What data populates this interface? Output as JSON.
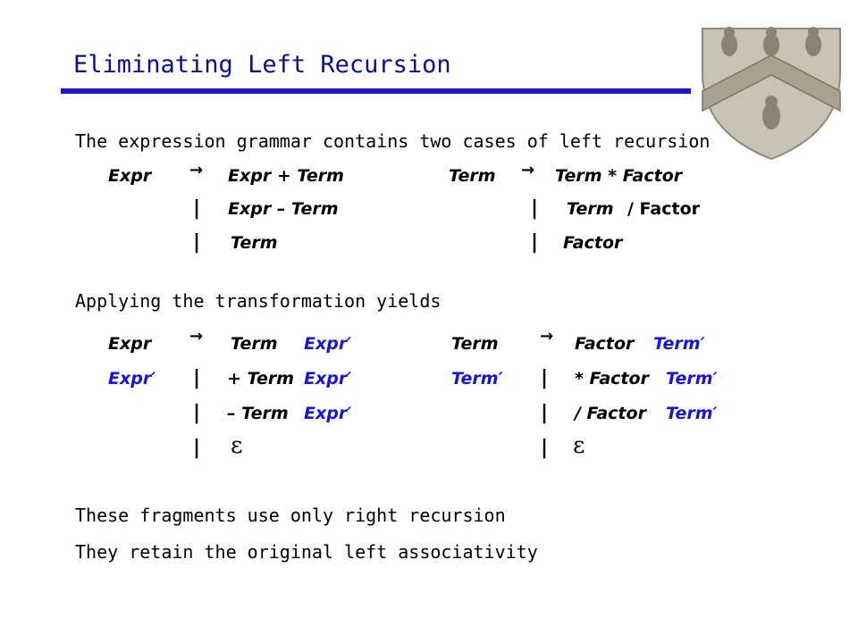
{
  "title": "Eliminating Left Recursion",
  "intro": "The expression grammar contains two cases of left recursion",
  "applying": "Applying the transformation yields",
  "conclusion1": "These fragments use only right recursion",
  "conclusion2": "They retain the original left associativity",
  "arrow": "→",
  "bar": "|",
  "epsilon": "ε",
  "grammar1": {
    "expr_lhs": "Expr",
    "expr_rhs1": "Expr + Term",
    "expr_rhs2": "Expr – Term",
    "expr_rhs3": "Term",
    "term_lhs": "Term",
    "term_rhs1": "Term * Factor",
    "term_rhs2_a": "Term",
    "term_rhs2_b": "/ Factor",
    "term_rhs3": "Factor"
  },
  "grammar2": {
    "expr_lhs": "Expr",
    "r1_a": "Term",
    "r1_b": "Expr′",
    "exprp_lhs": "Expr′",
    "r2_a": "+ Term",
    "r2_b": "Expr′",
    "r3_a": "– Term",
    "r3_b": "Expr′",
    "term_lhs": "Term",
    "t1_a": "Factor",
    "t1_b": "Term′",
    "termp_lhs": "Term′",
    "t2_a": "* Factor",
    "t2_b": "Term′",
    "t3_a": "/ Factor",
    "t3_b": "Term′"
  },
  "colors": {
    "title": "#0a0f8c",
    "accent": "#1a13d6"
  },
  "icons": {
    "crest": "crest-icon"
  }
}
